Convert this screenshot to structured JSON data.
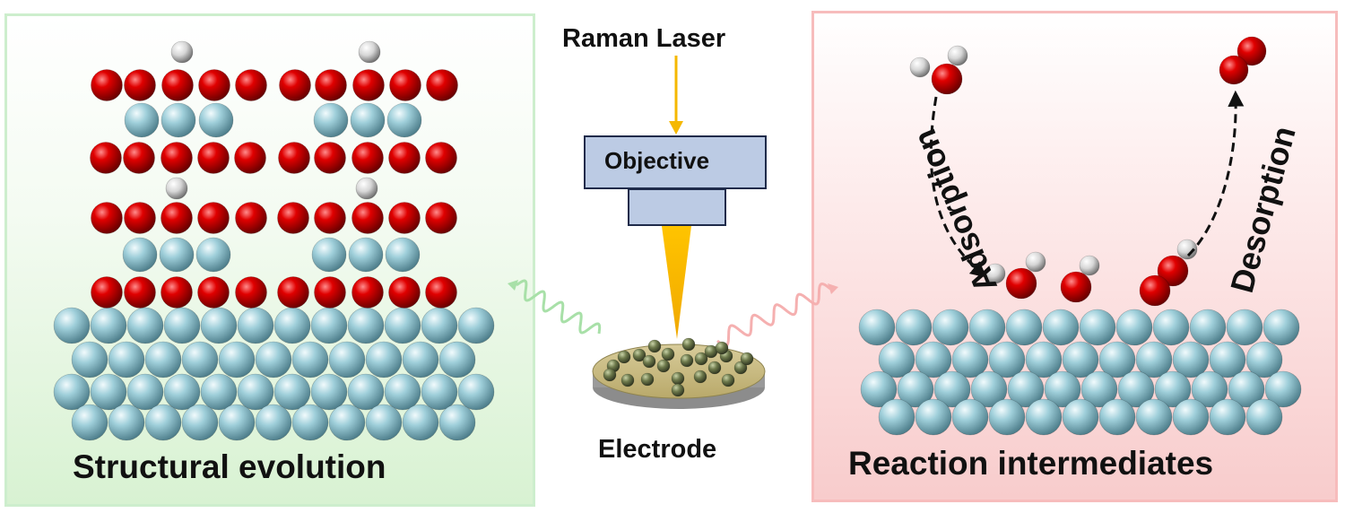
{
  "labels": {
    "raman_laser": "Raman Laser",
    "objective": "Objective",
    "electrode": "Electrode",
    "structural_evolution": "Structural evolution",
    "reaction_intermediates": "Reaction intermediates",
    "adsorption": "Adsorption",
    "desorption": "Desorption"
  },
  "colors": {
    "oxygen": "#d40000",
    "metal": "#8ec3cf",
    "hydrogen": "#e8e8e8",
    "laser": "#f5b800",
    "left_panel_border": "#cdeecd",
    "right_panel_border": "#f7bcbc"
  }
}
